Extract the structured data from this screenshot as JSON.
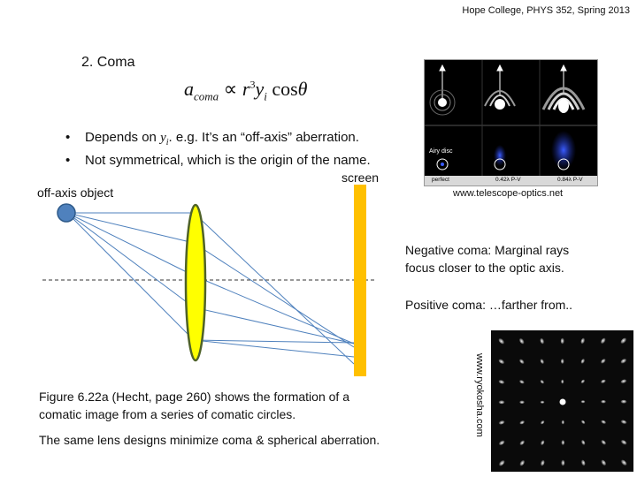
{
  "header": "Hope College, PHYS 352, Spring 2013",
  "section_title": "2. Coma",
  "formula": {
    "lhs_base": "a",
    "lhs_sub": "coma",
    "relation": "∝",
    "r": "r",
    "r_exp": "3",
    "y": "y",
    "y_sub": "i",
    "func": "cos",
    "theta": "θ"
  },
  "bullets": {
    "b1_prefix": "Depends on",
    "b1_var": "y",
    "b1_var_sub": "i",
    "b1_suffix": ".  e.g. It’s an “off-axis” aberration.",
    "b2": "Not symmetrical, which is the origin of the name."
  },
  "diagram": {
    "object_label": "off-axis object",
    "screen_label": "screen",
    "colors": {
      "object": "#4f81bd",
      "lens": "#ffff00",
      "lens_outline": "#4f6228",
      "screen": "#ffc000",
      "rays": "#4f81bd"
    }
  },
  "airy_panel": {
    "airy_label": "Airy disc",
    "labels": [
      "perfect",
      "0.42λ  P-V",
      "0.84λ  P-V"
    ],
    "credit": "www.telescope-optics.net"
  },
  "notes": {
    "negative_line1": "Negative coma: Marginal rays",
    "negative_line2": "focus closer to the optic axis.",
    "positive": "Positive coma:  …farther from.."
  },
  "grid_credit": "www.ryokosha.com",
  "caption": {
    "line1": "Figure 6.22a (Hecht, page 260) shows the formation of a",
    "line2": "comatic image from a series of comatic circles.",
    "line3": "The same lens designs minimize coma & spherical aberration."
  }
}
